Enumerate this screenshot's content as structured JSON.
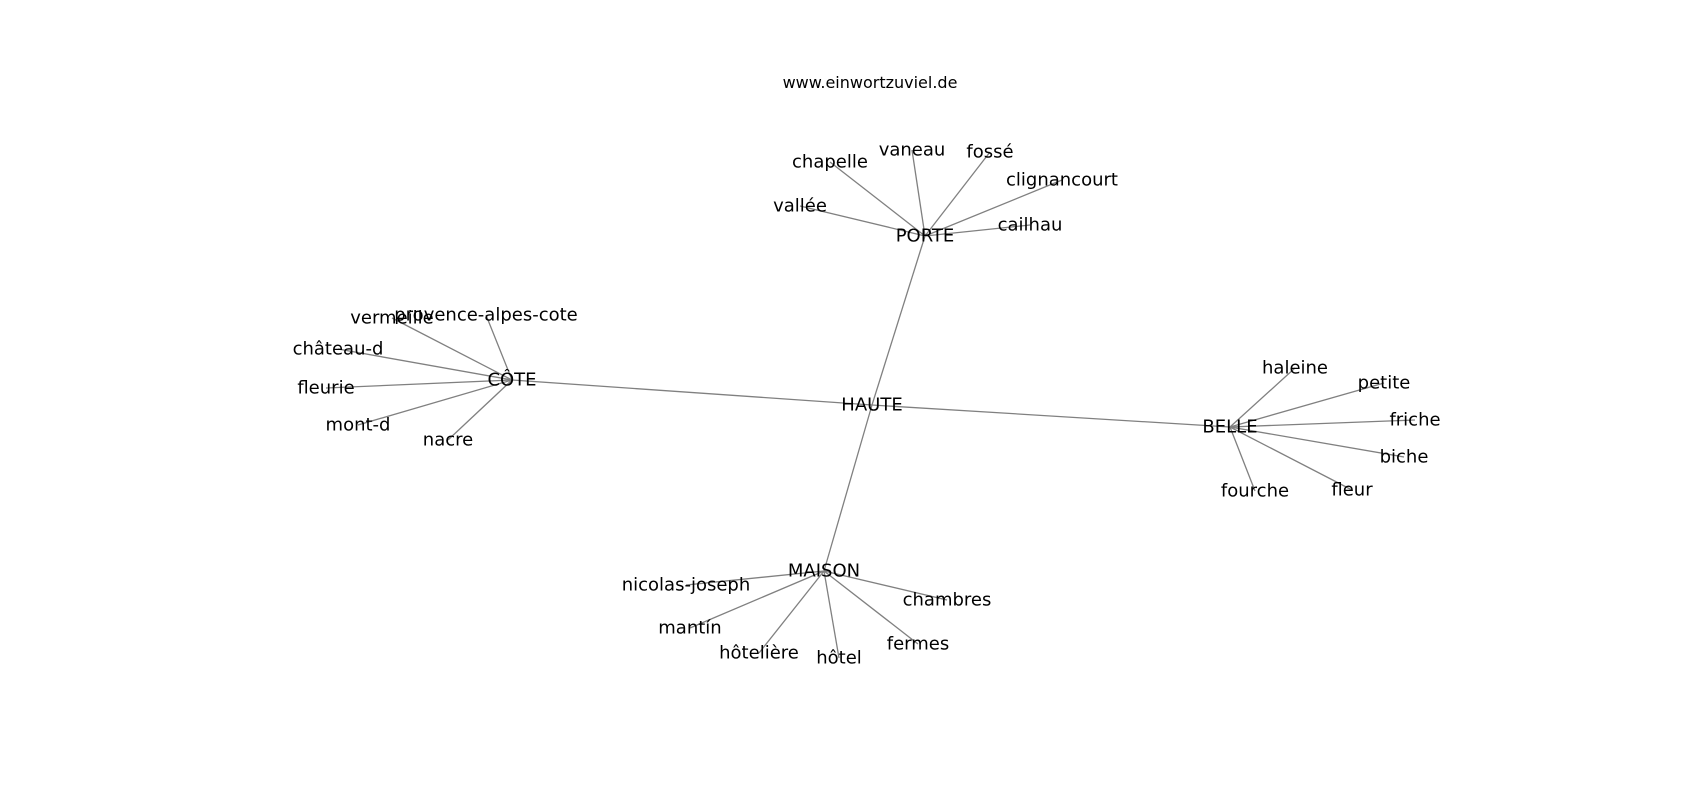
{
  "header": {
    "title": "www.einwortzuviel.de"
  },
  "colors": {
    "edge": "#808080",
    "label": "#000000",
    "background": "#ffffff"
  },
  "graph": {
    "center": "HAUTE",
    "hubs": [
      {
        "id": "porte",
        "label": "PORTE",
        "leaves": [
          "vallée",
          "chapelle",
          "vaneau",
          "fossé",
          "clignancourt",
          "cailhau"
        ]
      },
      {
        "id": "cote",
        "label": "CÔTE",
        "leaves": [
          "vermeille",
          "provence-alpes-cote",
          "château-d",
          "fleurie",
          "mont-d",
          "nacre"
        ]
      },
      {
        "id": "belle",
        "label": "BELLE",
        "leaves": [
          "haleine",
          "petite",
          "friche",
          "biche",
          "fleur",
          "fourche"
        ]
      },
      {
        "id": "maison",
        "label": "MAISON",
        "leaves": [
          "nicolas-joseph",
          "mantín",
          "hôtelière",
          "hôtel",
          "fermes",
          "chambres"
        ]
      }
    ]
  }
}
